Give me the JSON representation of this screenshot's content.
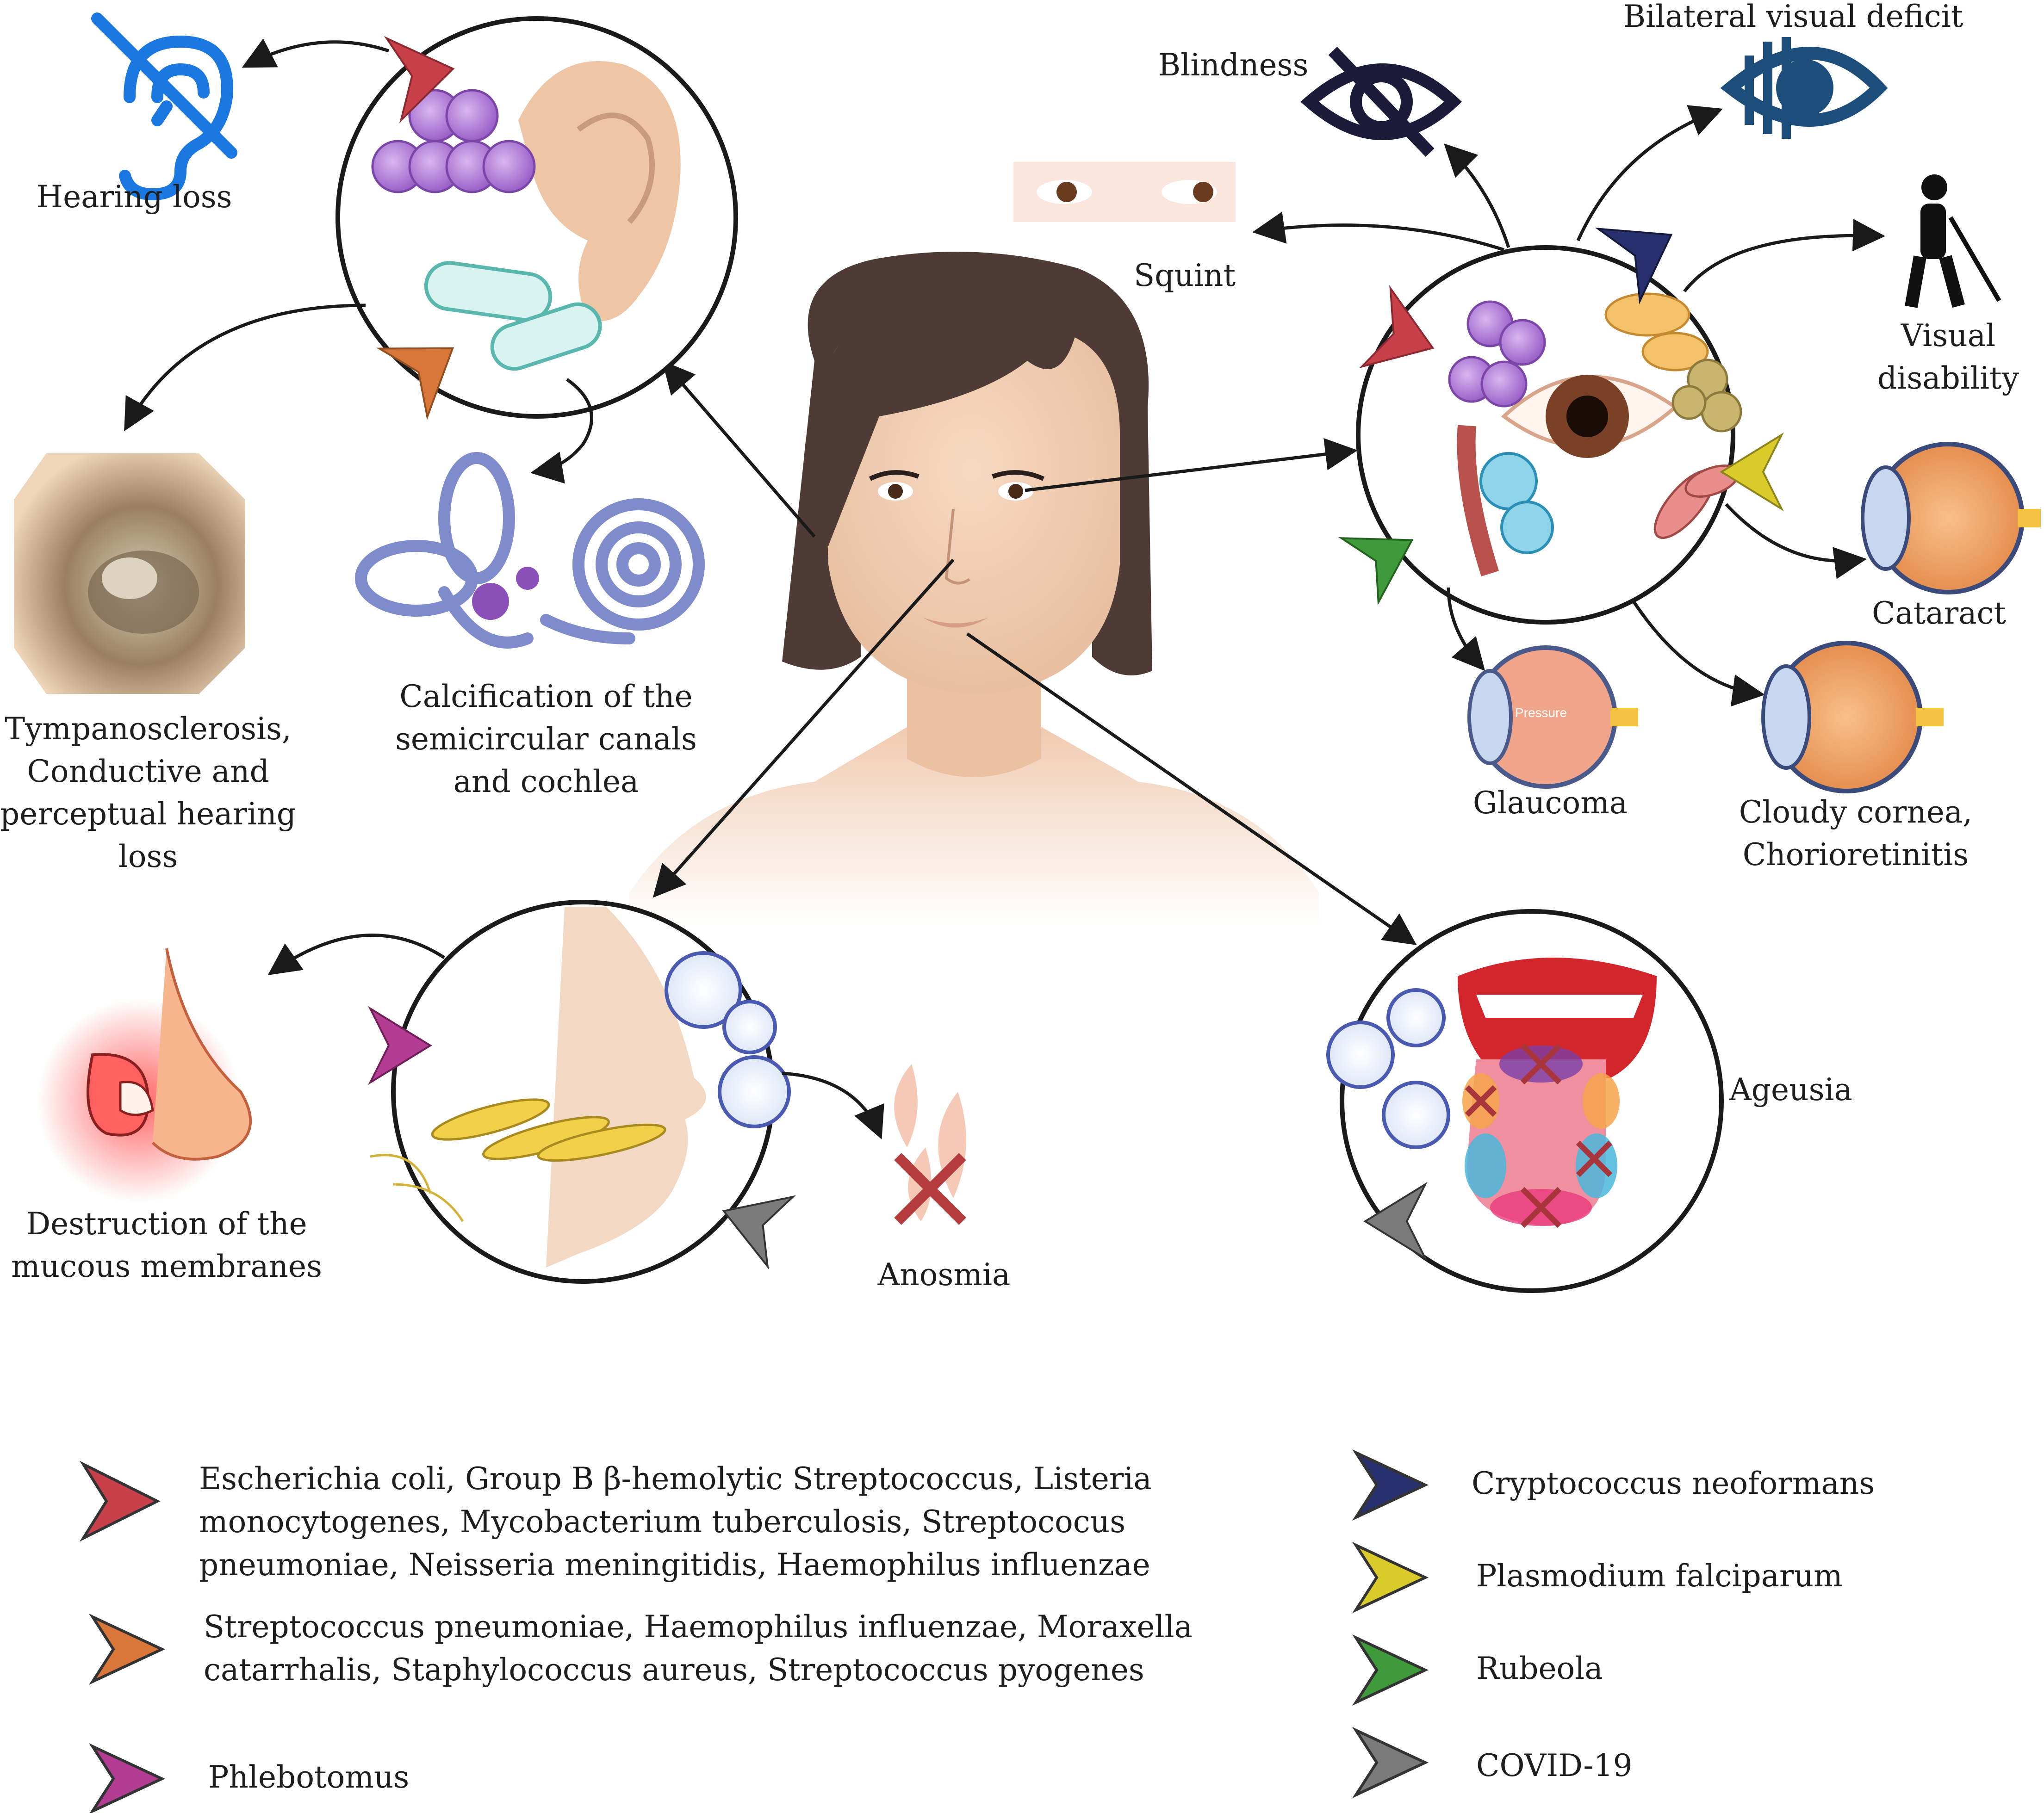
{
  "labels": {
    "hearing_loss": "Hearing loss",
    "tympanosclerosis": [
      "Tympanosclerosis,",
      "Conductive and",
      "perceptual hearing",
      "loss"
    ],
    "calcification": [
      "Calcification of the",
      "semicircular canals",
      "and cochlea"
    ],
    "blindness": "Blindness",
    "bilateral_visual_deficit": "Bilateral visual deficit",
    "squint": "Squint",
    "visual_disability": [
      "Visual",
      "disability"
    ],
    "cataract": "Cataract",
    "glaucoma": "Glaucoma",
    "cloudy_cornea": [
      "Cloudy cornea,",
      "Chorioretinitis"
    ],
    "destruction": [
      "Destruction of the",
      "mucous membranes"
    ],
    "anosmia": "Anosmia",
    "ageusia": "Ageusia",
    "pressure": "Pressure"
  },
  "legend": [
    {
      "color": "#c8404a",
      "lines": [
        "Escherichia coli, Group B β-hemolytic Streptococcus, Listeria",
        "monocytogenes, Mycobacterium tuberculosis, Streptococus",
        "pneumoniae, Neisseria meningitidis, Haemophilus influenzae"
      ]
    },
    {
      "color": "#d9773a",
      "lines": [
        "Streptococcus pneumoniae, Haemophilus influenzae, Moraxella",
        "catarrhalis, Staphylococcus aureus, Streptococcus pyogenes"
      ]
    },
    {
      "color": "#b23d93",
      "lines": [
        "Phlebotomus"
      ]
    },
    {
      "color": "#27306d",
      "lines": [
        "Cryptococcus neoformans"
      ]
    },
    {
      "color": "#d9cc2a",
      "lines": [
        "Plasmodium falciparum"
      ]
    },
    {
      "color": "#3e9a3a",
      "lines": [
        "Rubeola"
      ]
    },
    {
      "color": "#7a7a7a",
      "lines": [
        "COVID-19"
      ]
    }
  ],
  "icons": {
    "hearing_loss": "ear-crossed-icon",
    "blindness": "eye-slash-icon",
    "bilateral_visual_deficit": "eye-partial-icon",
    "visual_disability": "blind-person-icon"
  }
}
